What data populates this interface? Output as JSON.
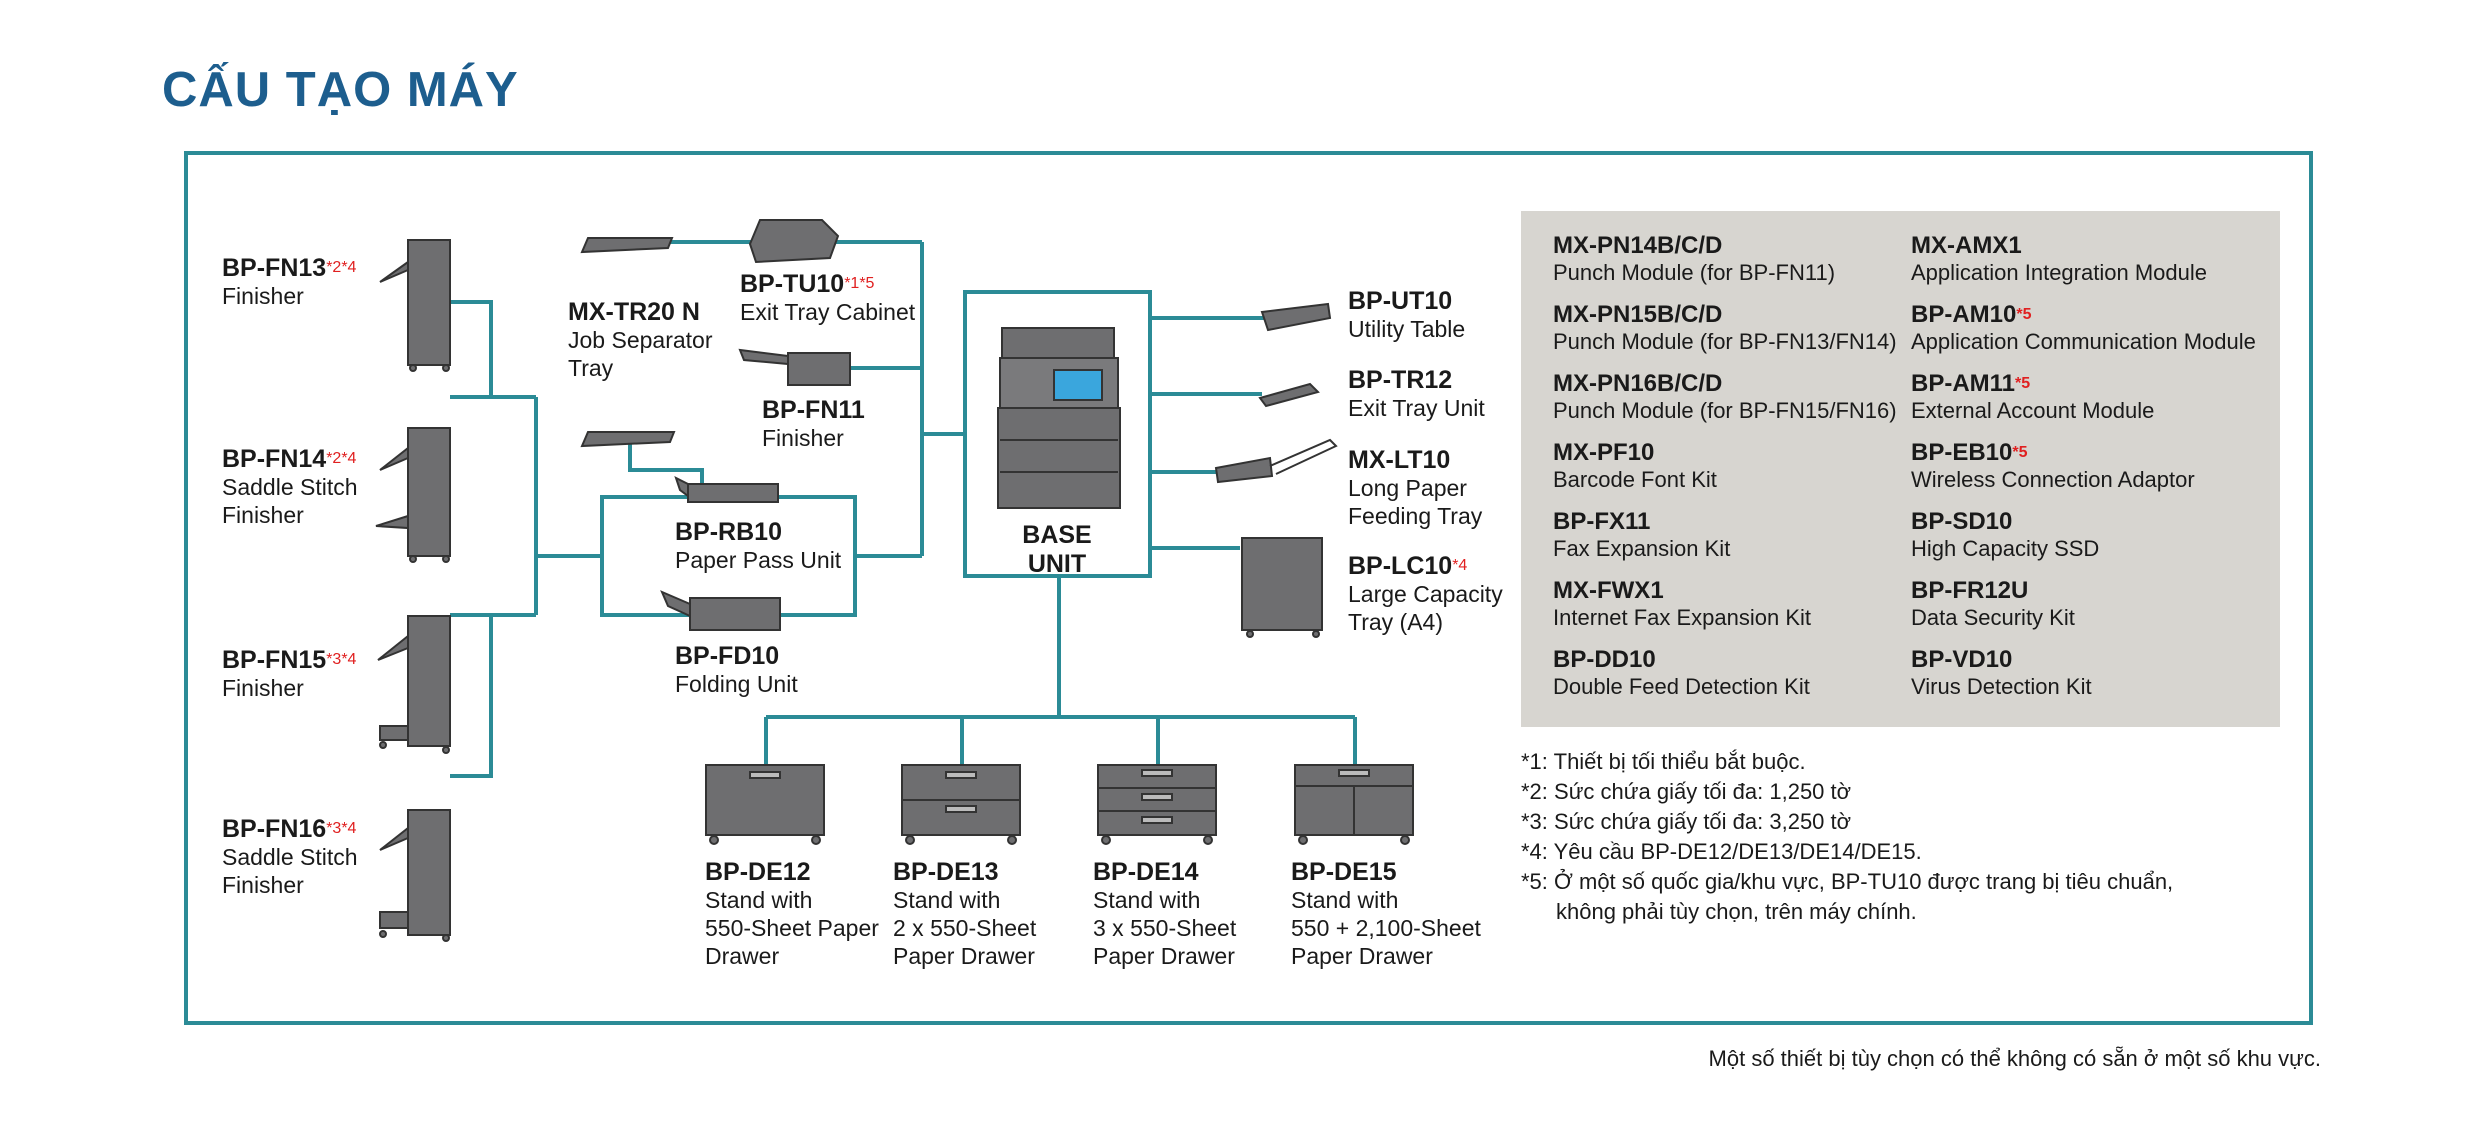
{
  "title": "CẤU TẠO MÁY",
  "base_unit": "BASE UNIT",
  "components": {
    "fn13": {
      "code": "BP-FN13",
      "star": "*2*4",
      "desc": [
        "Finisher"
      ]
    },
    "fn14": {
      "code": "BP-FN14",
      "star": "*2*4",
      "desc": [
        "Saddle Stitch",
        "Finisher"
      ]
    },
    "fn15": {
      "code": "BP-FN15",
      "star": "*3*4",
      "desc": [
        "Finisher"
      ]
    },
    "fn16": {
      "code": "BP-FN16",
      "star": "*3*4",
      "desc": [
        "Saddle Stitch",
        "Finisher"
      ]
    },
    "tr20": {
      "code": "MX-TR20 N",
      "star": "",
      "desc": [
        "Job Separator",
        "Tray"
      ]
    },
    "tu10": {
      "code": "BP-TU10",
      "star": "*1*5",
      "desc": [
        "Exit Tray Cabinet"
      ]
    },
    "fn11": {
      "code": "BP-FN11",
      "star": "",
      "desc": [
        "Finisher"
      ]
    },
    "rb10": {
      "code": "BP-RB10",
      "star": "",
      "desc": [
        "Paper Pass Unit"
      ]
    },
    "fd10": {
      "code": "BP-FD10",
      "star": "",
      "desc": [
        "Folding Unit"
      ]
    },
    "ut10": {
      "code": "BP-UT10",
      "star": "",
      "desc": [
        "Utility Table"
      ]
    },
    "tr12": {
      "code": "BP-TR12",
      "star": "",
      "desc": [
        "Exit Tray Unit"
      ]
    },
    "lt10": {
      "code": "MX-LT10",
      "star": "",
      "desc": [
        "Long Paper",
        "Feeding Tray"
      ]
    },
    "lc10": {
      "code": "BP-LC10",
      "star": "*4",
      "desc": [
        "Large Capacity",
        "Tray (A4)"
      ]
    },
    "de12": {
      "code": "BP-DE12",
      "star": "",
      "desc": [
        "Stand with",
        "550-Sheet Paper",
        "Drawer"
      ]
    },
    "de13": {
      "code": "BP-DE13",
      "star": "",
      "desc": [
        "Stand with",
        "2 x 550-Sheet",
        "Paper Drawer"
      ]
    },
    "de14": {
      "code": "BP-DE14",
      "star": "",
      "desc": [
        "Stand with",
        "3 x 550-Sheet",
        "Paper Drawer"
      ]
    },
    "de15": {
      "code": "BP-DE15",
      "star": "",
      "desc": [
        "Stand with",
        "550 + 2,100-Sheet",
        "Paper Drawer"
      ]
    }
  },
  "options_left": [
    {
      "code": "MX-PN14B/C/D",
      "star": "",
      "desc": "Punch Module (for BP-FN11)"
    },
    {
      "code": "MX-PN15B/C/D",
      "star": "",
      "desc": "Punch Module (for BP-FN13/FN14)"
    },
    {
      "code": "MX-PN16B/C/D",
      "star": "",
      "desc": "Punch Module (for BP-FN15/FN16)"
    },
    {
      "code": "MX-PF10",
      "star": "",
      "desc": "Barcode Font Kit"
    },
    {
      "code": "BP-FX11",
      "star": "",
      "desc": "Fax Expansion Kit"
    },
    {
      "code": "MX-FWX1",
      "star": "",
      "desc": "Internet Fax Expansion Kit"
    },
    {
      "code": "BP-DD10",
      "star": "",
      "desc": "Double Feed Detection Kit"
    }
  ],
  "options_right": [
    {
      "code": "MX-AMX1",
      "star": "",
      "desc": "Application Integration Module"
    },
    {
      "code": "BP-AM10",
      "star": "*5",
      "desc": "Application Communication Module"
    },
    {
      "code": "BP-AM11",
      "star": "*5",
      "desc": "External Account Module"
    },
    {
      "code": "BP-EB10",
      "star": "*5",
      "desc": "Wireless Connection Adaptor"
    },
    {
      "code": "BP-SD10",
      "star": "",
      "desc": "High Capacity SSD"
    },
    {
      "code": "BP-FR12U",
      "star": "",
      "desc": "Data Security Kit"
    },
    {
      "code": "BP-VD10",
      "star": "",
      "desc": "Virus Detection Kit"
    }
  ],
  "notes": [
    "*1: Thiết bị tối thiểu bắt buộc.",
    "*2: Sức chứa giấy tối đa: 1,250 tờ",
    "*3: Sức chứa giấy tối đa: 3,250 tờ",
    "*4: Yêu cầu BP-DE12/DE13/DE14/DE15.",
    "*5: Ở một số quốc gia/khu vực, BP-TU10 được trang bị tiêu chuẩn,",
    "     không phải tùy chọn, trên máy chính."
  ],
  "footer": "Một số thiết bị tùy chọn có thể không có sẵn ở một số khu vực.",
  "colors": {
    "title": "#1d5e8e",
    "line": "#2b8b96",
    "device": "#6e6e70",
    "star": "#e02020",
    "panel": "#d7d5d0"
  }
}
